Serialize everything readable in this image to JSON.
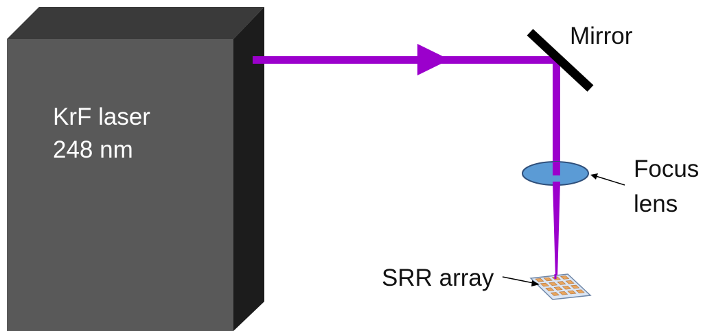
{
  "laser": {
    "line1": "KrF laser",
    "line2": "248 nm"
  },
  "labels": {
    "mirror": "Mirror",
    "focus_line1": "Focus",
    "focus_line2": "lens",
    "srr": "SRR array"
  },
  "colors": {
    "beam": "#9b00cc",
    "box_front": "#595959",
    "box_top": "#3a3a3a",
    "box_side": "#1c1c1c",
    "lens": "#5b9bd5",
    "lens_stroke": "#2f4f7a",
    "mirror": "#000000",
    "srr_pad": "#e8a55c",
    "srr_substrate": "#dbe6f4"
  }
}
